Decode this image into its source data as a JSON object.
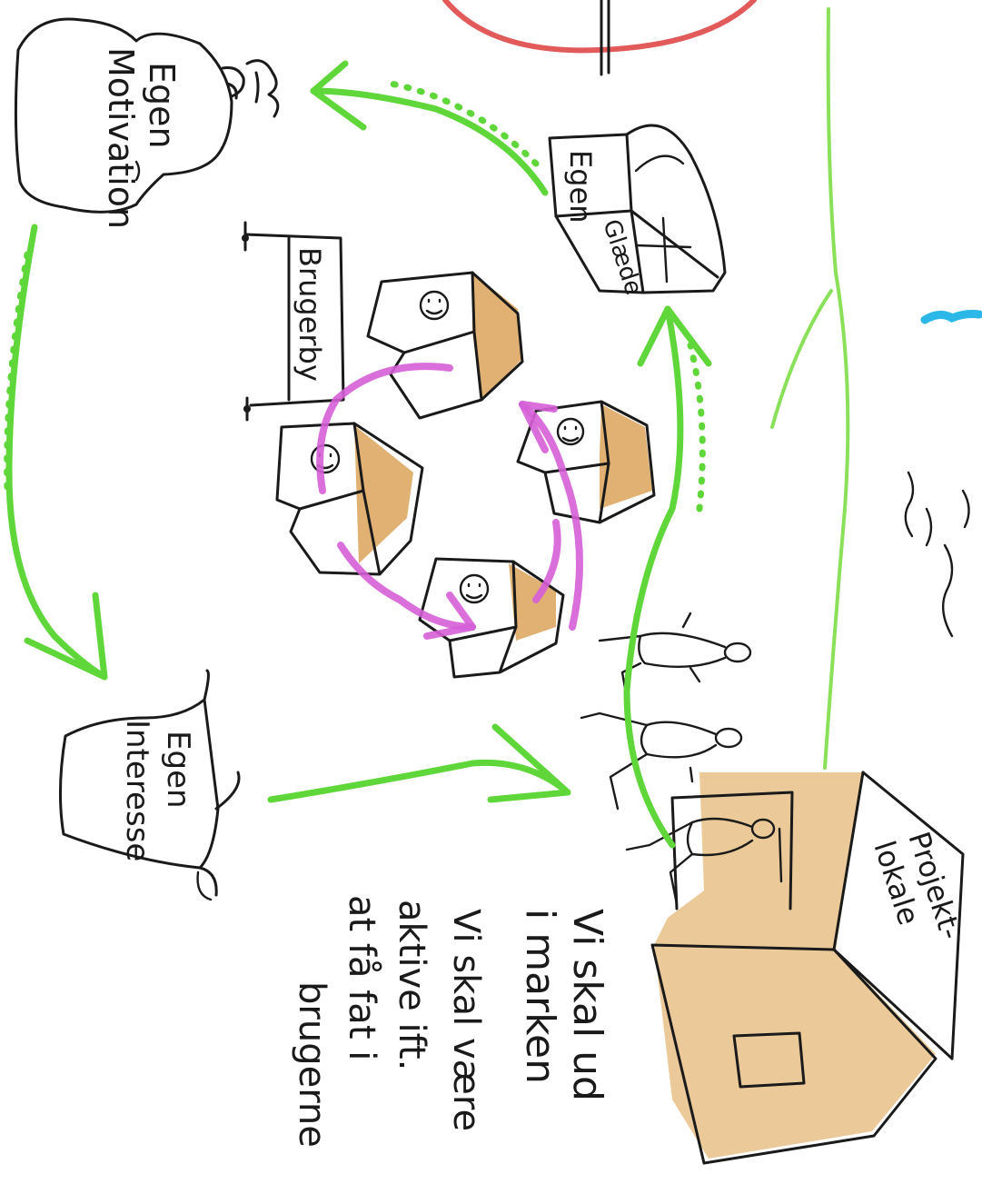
{
  "labels": {
    "motivation_line1": "Egen",
    "motivation_line2": "Motivation",
    "interest_line1": "Egen",
    "interest_line2": "Interesse",
    "joy_line1": "Egen",
    "joy_line2": "Glæde",
    "village_sign": "Brugerby",
    "project_room": "Projekt-",
    "project_room2": "lokale"
  },
  "notes": {
    "line1": "Vi skal ud",
    "line2": "i marken",
    "line3": "Vi skal være",
    "line4": "aktive ift.",
    "line5": "at få fat i",
    "line6": "brugerne"
  },
  "colors": {
    "flow_arrows": "#5fd63a",
    "cycle_arrows": "#d65fd8",
    "house_fill": "#e0b173",
    "top_circle": "#e25a5a",
    "water_mark": "#2bb8e8"
  },
  "icons": [
    "money-bag-icon",
    "bag-icon",
    "chest-icon",
    "house-icon",
    "smiley-house-icon",
    "person-icon",
    "signpost-icon"
  ]
}
